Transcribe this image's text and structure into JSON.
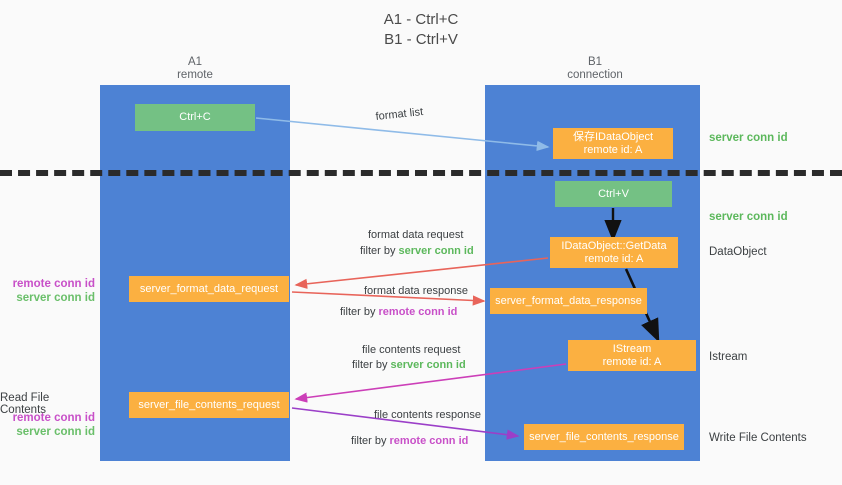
{
  "title": {
    "line1": "A1 - Ctrl+C",
    "line2": "B1 - Ctrl+V"
  },
  "columns": {
    "left": {
      "name": "A1",
      "role": "remote"
    },
    "right": {
      "name": "B1",
      "role": "connection"
    }
  },
  "nodes": {
    "ctrl_c": {
      "line1": "Ctrl+C",
      "line2": "",
      "color": "#74c184"
    },
    "idataobject": {
      "line1": "保存IDataObject",
      "line2": "remote id: A",
      "color": "#fbb041"
    },
    "ctrl_v": {
      "line1": "Ctrl+V",
      "line2": "",
      "color": "#74c184"
    },
    "getdata": {
      "line1": "IDataObject::GetData",
      "line2": "remote id: A",
      "color": "#fbb041"
    },
    "format_data_request": {
      "line1": "server_format_data_request",
      "line2": "",
      "color": "#fbb041"
    },
    "format_data_response": {
      "line1": "server_format_data_response",
      "line2": "",
      "color": "#fbb041"
    },
    "istream": {
      "line1": "IStream",
      "line2": "remote id: A",
      "color": "#fbb041"
    },
    "file_contents_request": {
      "line1": "server_file_contents_request",
      "line2": "",
      "color": "#fbb041"
    },
    "file_contents_response": {
      "line1": "server_file_contents_response",
      "line2": "",
      "color": "#fbb041"
    }
  },
  "edges": {
    "format_list": "format list",
    "format_data_request": {
      "line1": "format data request",
      "prefix": "filter by ",
      "key": "server conn id"
    },
    "format_data_response": {
      "line1": "format data response",
      "prefix": "filter by ",
      "key": "remote conn id"
    },
    "file_contents_request": {
      "line1": "file contents request",
      "prefix": "filter by ",
      "key": "server conn id"
    },
    "file_contents_response": {
      "line1": "file contents response",
      "prefix": "filter by ",
      "key": "remote conn id"
    }
  },
  "right_annotations": {
    "server_conn_id_top": "server conn id",
    "server_conn_id_mid": "server conn id",
    "dataobject": "DataObject",
    "istream": "Istream",
    "write_file_contents": "Write File Contents"
  },
  "left_annotations": {
    "remote_conn_id_1": "remote conn id",
    "server_conn_id_1": "server conn id",
    "read_file_contents": "Read File Contents",
    "remote_conn_id_2": "remote conn id",
    "server_conn_id_2": "server conn id"
  },
  "colors": {
    "lane": "#4d82d4",
    "green_node": "#74c184",
    "orange_node": "#fbb041",
    "green_key": "#5cb85c",
    "magenta_key": "#c850c8",
    "arrow_lightblue": "#8fbbe8",
    "arrow_red": "#e8645a",
    "arrow_magenta": "#cc3fb8",
    "arrow_purple": "#9b3fc8",
    "arrow_black": "#111111",
    "dashed_line": "#2b2b2b",
    "background": "#fafafa"
  }
}
